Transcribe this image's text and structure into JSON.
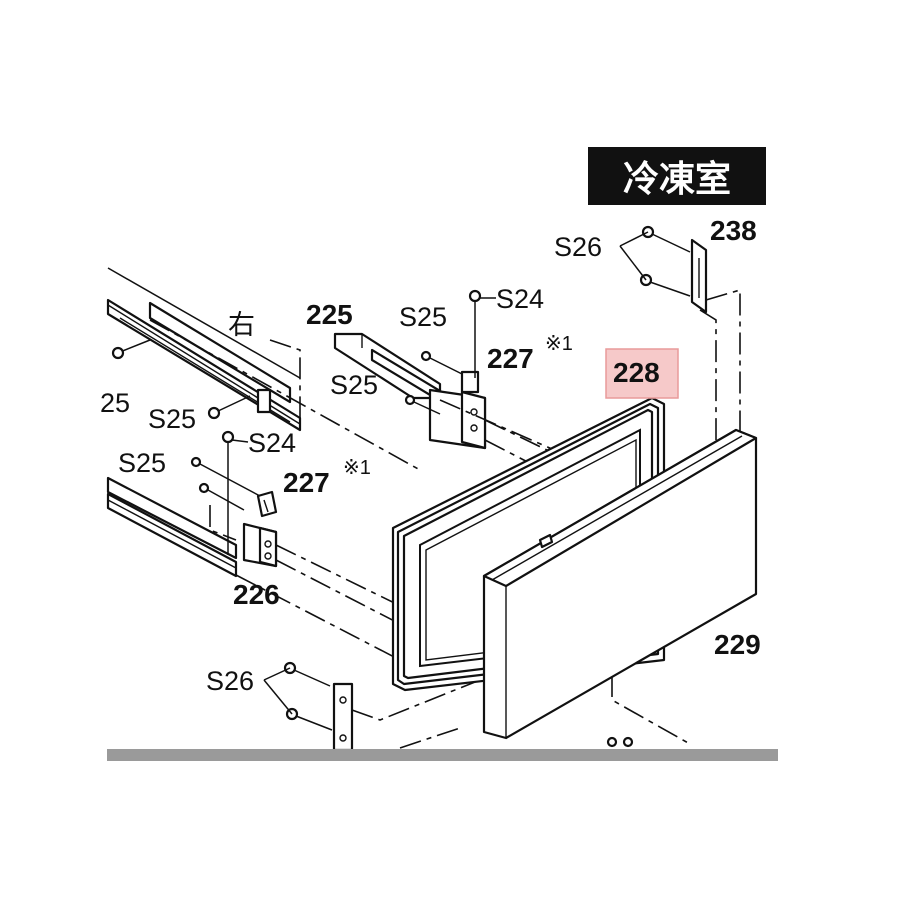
{
  "header": {
    "title": "冷凍室"
  },
  "labels": {
    "side_right": "右",
    "p225": "225",
    "p226": "226",
    "p227_upper": "227",
    "p227_lower": "227",
    "p228": "228",
    "p229": "229",
    "p238": "238",
    "note_upper": "※1",
    "note_lower": "※1",
    "s24_upper": "S24",
    "s24_lower": "S24",
    "s25_top": "S25",
    "s25_mid": "S25",
    "s25_left_a": "S25",
    "s25_left_b": "S25",
    "s25_cut": "25",
    "s26_top": "S26",
    "s26_bottom": "S26"
  },
  "highlight": {
    "part": "228",
    "fill_color": "#f6c9c9",
    "border_color": "#e89a9a"
  },
  "colors": {
    "title_bg": "#111111",
    "title_text": "#ffffff",
    "line": "#111111",
    "bottom_bar": "#9a9a9a"
  },
  "icons": [
    "screw-icon"
  ]
}
